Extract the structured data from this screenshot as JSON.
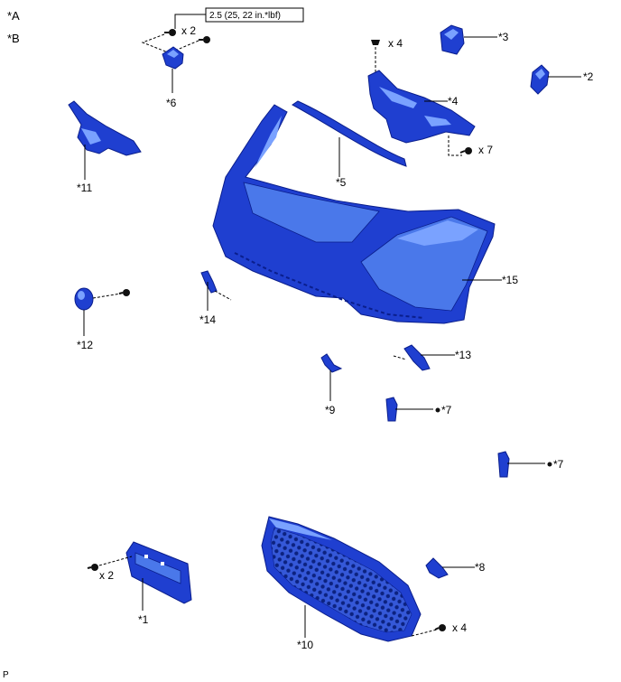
{
  "legend": {
    "a": "*A",
    "b": "*B"
  },
  "torque_spec": "2.5 (25, 22 in.*lbf)",
  "quantities": {
    "q6": "x 2",
    "q4": "x 4",
    "q4b": "x 7",
    "q1": "x 2",
    "q10": "x 4"
  },
  "part_labels": {
    "p1": "*1",
    "p2": "*2",
    "p3": "*3",
    "p4": "*4",
    "p5": "*5",
    "p6": "*6",
    "p7a": "*7",
    "p7b": "*7",
    "p8": "*8",
    "p9": "*9",
    "p10": "*10",
    "p11": "*11",
    "p12": "*12",
    "p13": "*13",
    "p14": "*14",
    "p15": "*15"
  },
  "corner_code": "P"
}
